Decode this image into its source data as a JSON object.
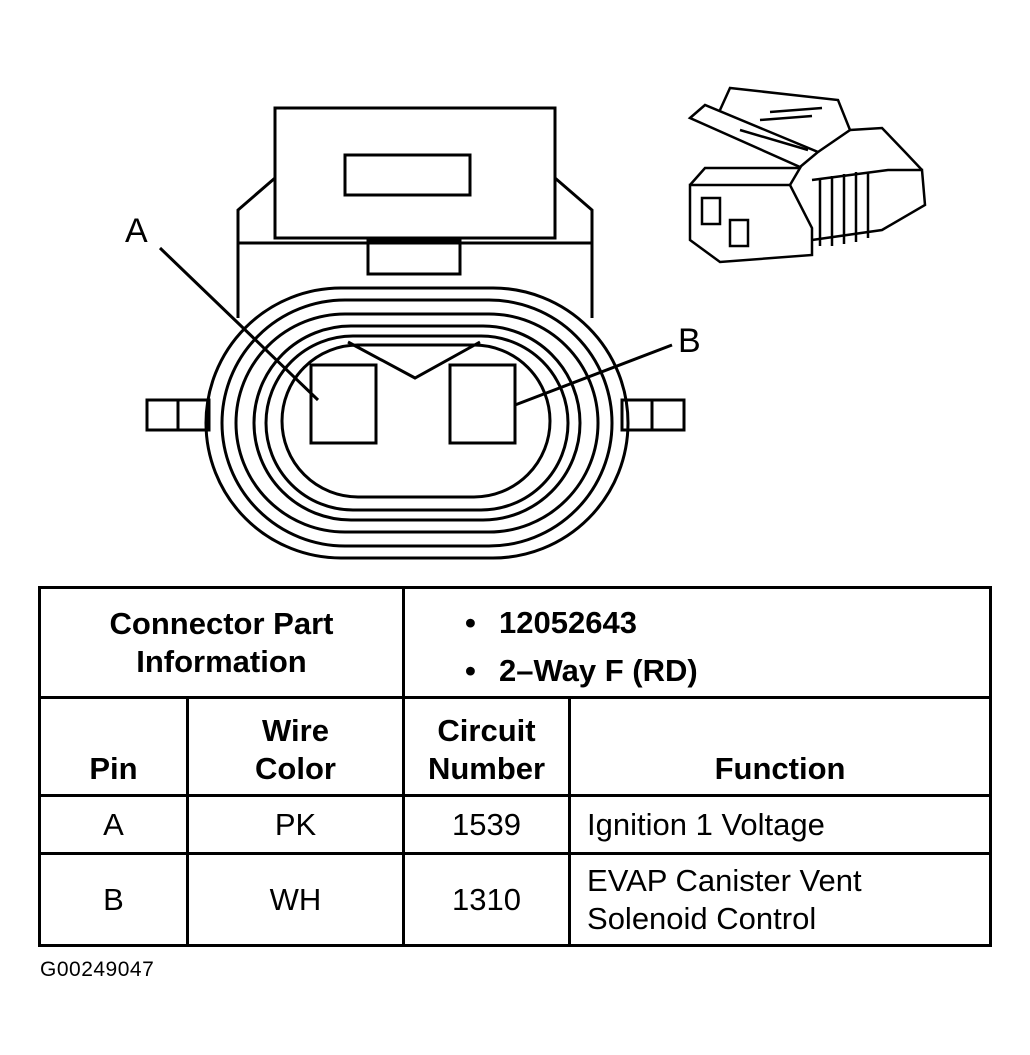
{
  "diagram": {
    "pin_labels": [
      "A",
      "B"
    ]
  },
  "connector_info": {
    "header": "Connector Part Information",
    "items": [
      "12052643",
      "2–Way F (RD)"
    ]
  },
  "columns": {
    "pin": "Pin",
    "wire_color_1": "Wire",
    "wire_color_2": "Color",
    "circuit_1": "Circuit",
    "circuit_2": "Number",
    "function": "Function"
  },
  "rows": [
    {
      "pin": "A",
      "wire_color": "PK",
      "circuit": "1539",
      "function_1": "Ignition 1 Voltage",
      "function_2": ""
    },
    {
      "pin": "B",
      "wire_color": "WH",
      "circuit": "1310",
      "function_1": "EVAP Canister Vent",
      "function_2": "Solenoid Control"
    }
  ],
  "figure_id": "G00249047"
}
